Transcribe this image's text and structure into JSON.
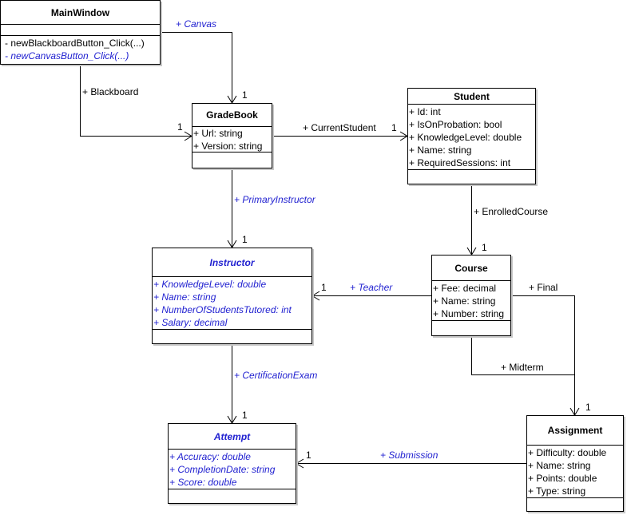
{
  "classes": {
    "main_window": {
      "name": "MainWindow",
      "operations": [
        "- newBlackboardButton_Click(...)",
        "- newCanvasButton_Click(...)"
      ]
    },
    "gradebook": {
      "name": "GradeBook",
      "attributes": [
        "+ Url: string",
        "+ Version: string"
      ]
    },
    "student": {
      "name": "Student",
      "attributes": [
        "+ Id: int",
        "+ IsOnProbation: bool",
        "+ KnowledgeLevel: double",
        "+ Name: string",
        "+ RequiredSessions: int"
      ]
    },
    "instructor": {
      "name": "Instructor",
      "attributes": [
        "+ KnowledgeLevel: double",
        "+ Name: string",
        "+ NumberOfStudentsTutored: int",
        "+ Salary: decimal"
      ]
    },
    "course": {
      "name": "Course",
      "attributes": [
        "+ Fee: decimal",
        "+ Name: string",
        "+ Number: string"
      ]
    },
    "attempt": {
      "name": "Attempt",
      "attributes": [
        "+ Accuracy: double",
        "+ CompletionDate: string",
        "+ Score: double"
      ]
    },
    "assignment": {
      "name": "Assignment",
      "attributes": [
        "+ Difficulty: double",
        "+ Name: string",
        "+ Points: double",
        "+ Type: string"
      ]
    }
  },
  "associations": {
    "canvas": "+ Canvas",
    "blackboard": "+ Blackboard",
    "current_student": "+ CurrentStudent",
    "primary_instructor": "+ PrimaryInstructor",
    "enrolled_course": "+ EnrolledCourse",
    "teacher": "+ Teacher",
    "final": "+ Final",
    "midterm": "+ Midterm",
    "certification_exam": "+ CertificationExam",
    "submission": "+ Submission"
  },
  "multiplicities": {
    "canvas": "1",
    "blackboard": "1",
    "current_student": "1",
    "primary_instructor": "1",
    "enrolled_course": "1",
    "teacher": "1",
    "assignment": "1",
    "certification_exam": "1",
    "submission": "1"
  },
  "colors": {
    "line": "#000000",
    "abstract_text": "#1f1fd0",
    "shadow": "#c8c8c8"
  }
}
